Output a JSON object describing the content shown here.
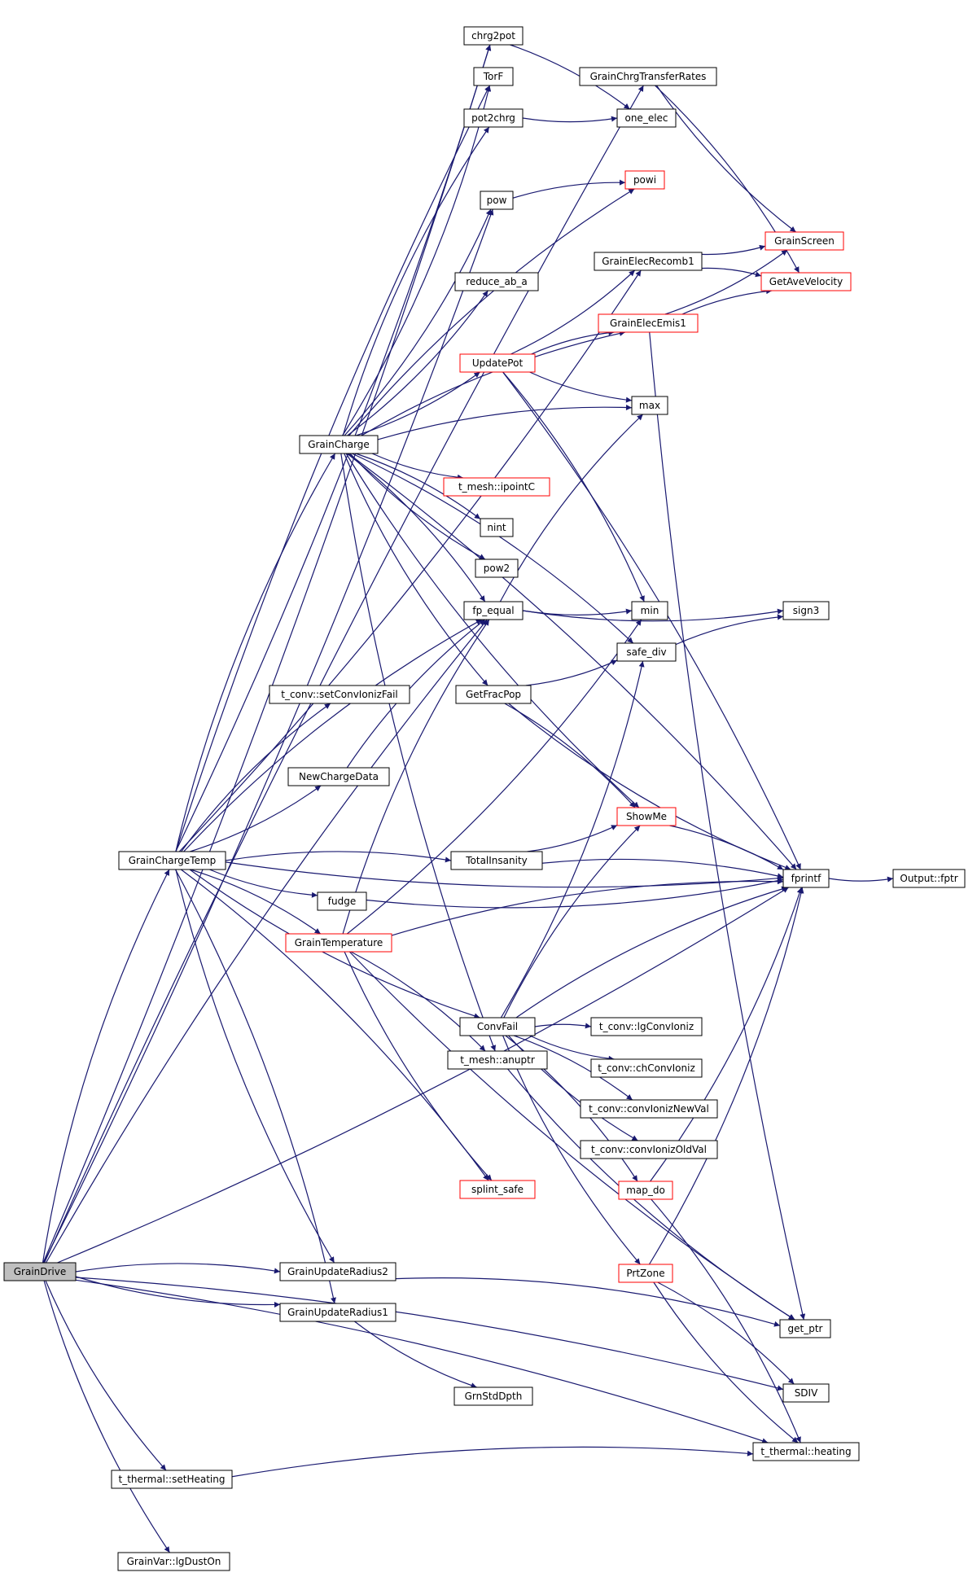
{
  "colors": {
    "edge": "#191970",
    "node_border": "#000000",
    "node_border_highlight": "#ff0000",
    "root_fill": "#bfbfbf",
    "node_fill": "#ffffff",
    "text": "#000000"
  },
  "nodes": {
    "GrainDrive": {
      "label": "GrainDrive",
      "root": true
    },
    "GrainChargeTemp": {
      "label": "GrainChargeTemp"
    },
    "GrainCharge": {
      "label": "GrainCharge"
    },
    "chrg2pot": {
      "label": "chrg2pot"
    },
    "TorF": {
      "label": "TorF"
    },
    "pot2chrg": {
      "label": "pot2chrg"
    },
    "pow": {
      "label": "pow"
    },
    "reduce_ab_a": {
      "label": "reduce_ab_a"
    },
    "UpdatePot": {
      "label": "UpdatePot",
      "red": true
    },
    "t_mesh_ipointC": {
      "label": "t_mesh::ipointC",
      "red": true
    },
    "nint": {
      "label": "nint"
    },
    "pow2": {
      "label": "pow2"
    },
    "fp_equal": {
      "label": "fp_equal"
    },
    "GetFracPop": {
      "label": "GetFracPop"
    },
    "setConvIonizFail": {
      "label": "t_conv::setConvIonizFail"
    },
    "NewChargeData": {
      "label": "NewChargeData"
    },
    "TotalInsanity": {
      "label": "TotalInsanity"
    },
    "fudge": {
      "label": "fudge"
    },
    "GrainTemperature": {
      "label": "GrainTemperature",
      "red": true
    },
    "ConvFail": {
      "label": "ConvFail"
    },
    "anuptr": {
      "label": "t_mesh::anuptr"
    },
    "splint_safe": {
      "label": "splint_safe",
      "red": true
    },
    "GrainUpdateRadius2": {
      "label": "GrainUpdateRadius2"
    },
    "GrainUpdateRadius1": {
      "label": "GrainUpdateRadius1"
    },
    "GrnStdDpth": {
      "label": "GrnStdDpth"
    },
    "setHeating": {
      "label": "t_thermal::setHeating"
    },
    "lgDustOn": {
      "label": "GrainVar::lgDustOn"
    },
    "GrainChrgTransferRates": {
      "label": "GrainChrgTransferRates"
    },
    "one_elec": {
      "label": "one_elec"
    },
    "powi": {
      "label": "powi",
      "red": true
    },
    "GrainElecRecomb1": {
      "label": "GrainElecRecomb1"
    },
    "GrainElecEmis1": {
      "label": "GrainElecEmis1",
      "red": true
    },
    "max": {
      "label": "max"
    },
    "min": {
      "label": "min"
    },
    "safe_div": {
      "label": "safe_div"
    },
    "ShowMe": {
      "label": "ShowMe",
      "red": true
    },
    "lgConvIoniz": {
      "label": "t_conv::lgConvIoniz"
    },
    "chConvIoniz": {
      "label": "t_conv::chConvIoniz"
    },
    "convIonizNewVal": {
      "label": "t_conv::convIonizNewVal"
    },
    "convIonizOldVal": {
      "label": "t_conv::convIonizOldVal"
    },
    "map_do": {
      "label": "map_do",
      "red": true
    },
    "PrtZone": {
      "label": "PrtZone",
      "red": true
    },
    "GrainScreen": {
      "label": "GrainScreen",
      "red": true
    },
    "GetAveVelocity": {
      "label": "GetAveVelocity",
      "red": true
    },
    "sign3": {
      "label": "sign3"
    },
    "fprintf": {
      "label": "fprintf"
    },
    "Output_fptr": {
      "label": "Output::fptr"
    },
    "get_ptr": {
      "label": "get_ptr"
    },
    "SDIV": {
      "label": "SDIV"
    },
    "heating": {
      "label": "t_thermal::heating"
    }
  },
  "edges": [
    [
      "GrainDrive",
      "GrainChargeTemp"
    ],
    [
      "GrainDrive",
      "chrg2pot"
    ],
    [
      "GrainDrive",
      "GrainChrgTransferRates"
    ],
    [
      "GrainDrive",
      "pow"
    ],
    [
      "GrainDrive",
      "fp_equal"
    ],
    [
      "GrainDrive",
      "fprintf"
    ],
    [
      "GrainDrive",
      "GrainUpdateRadius2"
    ],
    [
      "GrainDrive",
      "GrainUpdateRadius1"
    ],
    [
      "GrainDrive",
      "SDIV"
    ],
    [
      "GrainDrive",
      "setHeating"
    ],
    [
      "GrainDrive",
      "heating"
    ],
    [
      "GrainDrive",
      "lgDustOn"
    ],
    [
      "GrainChargeTemp",
      "GrainCharge"
    ],
    [
      "GrainChargeTemp",
      "chrg2pot"
    ],
    [
      "GrainChargeTemp",
      "TorF"
    ],
    [
      "GrainChargeTemp",
      "GrainElecRecomb1"
    ],
    [
      "GrainChargeTemp",
      "setConvIonizFail"
    ],
    [
      "GrainChargeTemp",
      "NewChargeData"
    ],
    [
      "GrainChargeTemp",
      "TotalInsanity"
    ],
    [
      "GrainChargeTemp",
      "fudge"
    ],
    [
      "GrainChargeTemp",
      "GrainTemperature"
    ],
    [
      "GrainChargeTemp",
      "ConvFail"
    ],
    [
      "GrainChargeTemp",
      "splint_safe"
    ],
    [
      "GrainChargeTemp",
      "GrainUpdateRadius2"
    ],
    [
      "GrainChargeTemp",
      "GrainUpdateRadius1"
    ],
    [
      "GrainChargeTemp",
      "fprintf"
    ],
    [
      "GrainChargeTemp",
      "fp_equal"
    ],
    [
      "GrainCharge",
      "TorF"
    ],
    [
      "GrainCharge",
      "pot2chrg"
    ],
    [
      "GrainCharge",
      "pow"
    ],
    [
      "GrainCharge",
      "powi"
    ],
    [
      "GrainCharge",
      "reduce_ab_a"
    ],
    [
      "GrainCharge",
      "GrainElecEmis1"
    ],
    [
      "GrainCharge",
      "UpdatePot"
    ],
    [
      "GrainCharge",
      "max"
    ],
    [
      "GrainCharge",
      "t_mesh_ipointC"
    ],
    [
      "GrainCharge",
      "nint"
    ],
    [
      "GrainCharge",
      "pow2"
    ],
    [
      "GrainCharge",
      "fp_equal"
    ],
    [
      "GrainCharge",
      "GetFracPop"
    ],
    [
      "GrainCharge",
      "safe_div"
    ],
    [
      "GrainCharge",
      "ShowMe"
    ],
    [
      "GrainCharge",
      "fprintf"
    ],
    [
      "GrainCharge",
      "anuptr"
    ],
    [
      "chrg2pot",
      "one_elec"
    ],
    [
      "pot2chrg",
      "one_elec"
    ],
    [
      "pow",
      "powi"
    ],
    [
      "GrainChrgTransferRates",
      "GrainScreen"
    ],
    [
      "GrainChrgTransferRates",
      "GetAveVelocity"
    ],
    [
      "GrainElecRecomb1",
      "GrainScreen"
    ],
    [
      "GrainElecRecomb1",
      "GetAveVelocity"
    ],
    [
      "GrainElecEmis1",
      "GrainScreen"
    ],
    [
      "GrainElecEmis1",
      "GetAveVelocity"
    ],
    [
      "GrainElecEmis1",
      "get_ptr"
    ],
    [
      "UpdatePot",
      "GrainElecEmis1"
    ],
    [
      "UpdatePot",
      "max"
    ],
    [
      "UpdatePot",
      "min"
    ],
    [
      "UpdatePot",
      "GrainElecRecomb1"
    ],
    [
      "UpdatePot",
      "fprintf"
    ],
    [
      "fp_equal",
      "min"
    ],
    [
      "fp_equal",
      "max"
    ],
    [
      "fp_equal",
      "sign3"
    ],
    [
      "safe_div",
      "sign3"
    ],
    [
      "GetFracPop",
      "safe_div"
    ],
    [
      "GetFracPop",
      "ShowMe"
    ],
    [
      "GetFracPop",
      "fprintf"
    ],
    [
      "NewChargeData",
      "fp_equal"
    ],
    [
      "TotalInsanity",
      "ShowMe"
    ],
    [
      "TotalInsanity",
      "fprintf"
    ],
    [
      "fudge",
      "fprintf"
    ],
    [
      "GrainTemperature",
      "fp_equal"
    ],
    [
      "GrainTemperature",
      "min"
    ],
    [
      "GrainTemperature",
      "anuptr"
    ],
    [
      "GrainTemperature",
      "splint_safe"
    ],
    [
      "GrainTemperature",
      "fprintf"
    ],
    [
      "GrainTemperature",
      "get_ptr"
    ],
    [
      "ConvFail",
      "lgConvIoniz"
    ],
    [
      "ConvFail",
      "chConvIoniz"
    ],
    [
      "ConvFail",
      "convIonizNewVal"
    ],
    [
      "ConvFail",
      "convIonizOldVal"
    ],
    [
      "ConvFail",
      "map_do"
    ],
    [
      "ConvFail",
      "PrtZone"
    ],
    [
      "ConvFail",
      "ShowMe"
    ],
    [
      "ConvFail",
      "safe_div"
    ],
    [
      "ConvFail",
      "fprintf"
    ],
    [
      "anuptr",
      "get_ptr"
    ],
    [
      "ShowMe",
      "fprintf"
    ],
    [
      "map_do",
      "fprintf"
    ],
    [
      "map_do",
      "heating"
    ],
    [
      "PrtZone",
      "fprintf"
    ],
    [
      "PrtZone",
      "SDIV"
    ],
    [
      "PrtZone",
      "heating"
    ],
    [
      "GrainUpdateRadius2",
      "get_ptr"
    ],
    [
      "GrainUpdateRadius1",
      "GrnStdDpth"
    ],
    [
      "setHeating",
      "heating"
    ],
    [
      "fprintf",
      "Output_fptr"
    ]
  ]
}
